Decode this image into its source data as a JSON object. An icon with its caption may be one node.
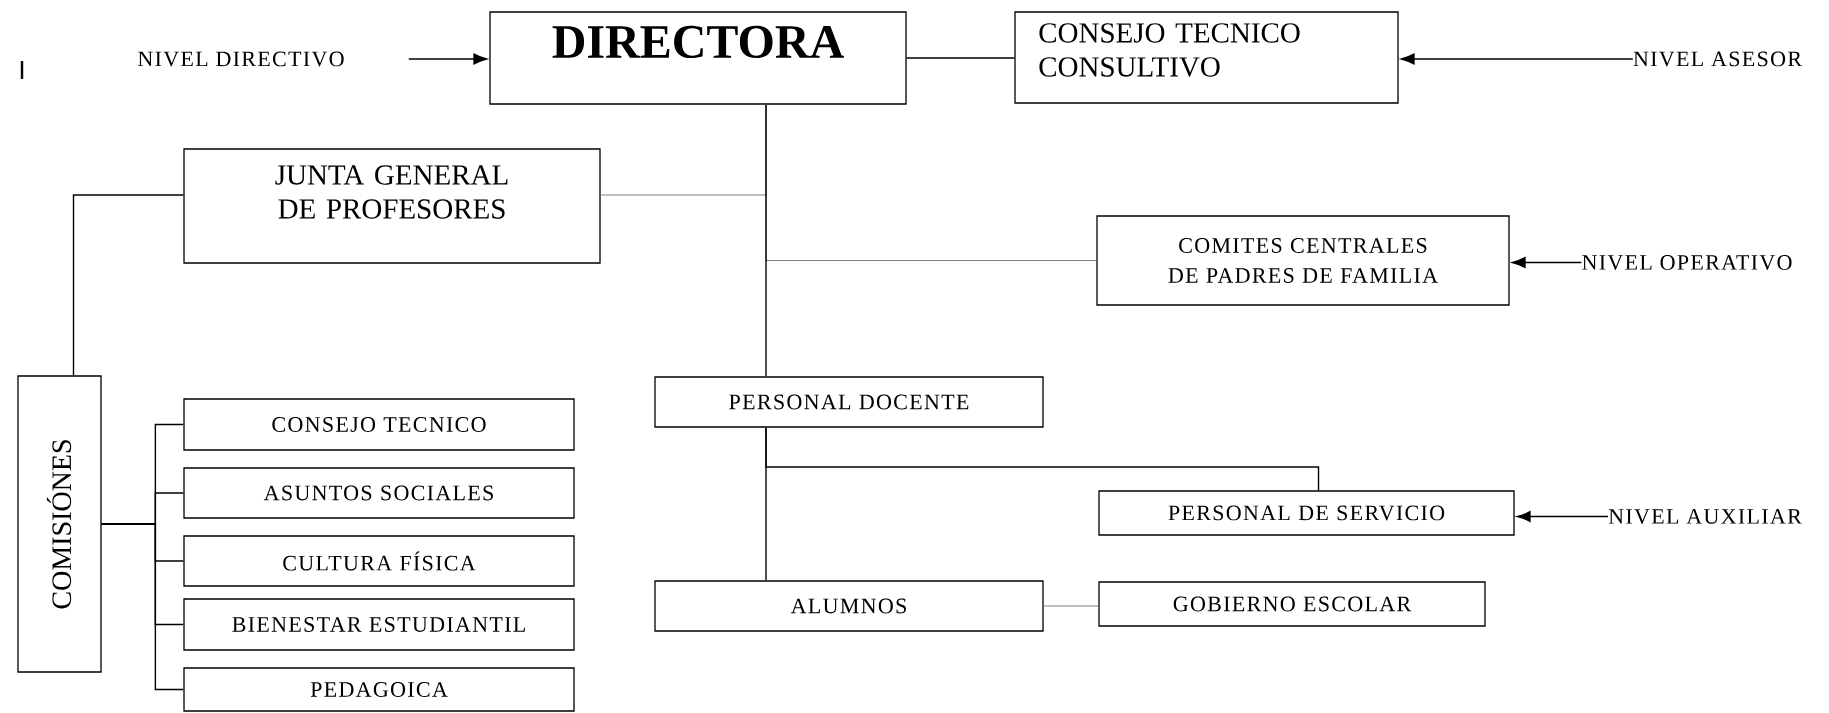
{
  "diagram": {
    "nodes": [
      {
        "text": [
          "NIVEL DIRECTIVO"
        ]
      },
      {
        "text": [
          "DIRECTORA"
        ]
      },
      {
        "text": [
          "CONSEJO TECNICO CONSULTIVO"
        ]
      },
      {
        "text": [
          "NIVEL ASESOR"
        ]
      },
      {
        "text": [
          "JUNTA GENERAL DE PROFESORES"
        ]
      },
      {
        "text": [
          "COMITES CENTRALES DE PADRES DE FAMILIA"
        ]
      },
      {
        "text": [
          "NIVEL OPERATIVO"
        ]
      },
      {
        "text": [
          "COMISIÓNES"
        ]
      },
      {
        "text": [
          "PERSONAL DOCENTE"
        ]
      },
      {
        "text": [
          "CONSEJO TECNICO"
        ]
      },
      {
        "text": [
          "ASUNTOS SOCIALES"
        ]
      },
      {
        "text": [
          "CULTURA FÍSICA"
        ]
      },
      {
        "text": [
          "BIENESTAR ESTUDIANTIL"
        ]
      },
      {
        "text": [
          "PERSONAL DE SERVICIO"
        ]
      },
      {
        "text": [
          "NIVEL AUXILIAR"
        ]
      },
      {
        "text": [
          "PEDAGOICA"
        ]
      },
      {
        "text": [
          "ALUMNOS"
        ]
      },
      {
        "text": [
          "GOBIERNO ESCOLAR"
        ]
      }
    ],
    "edges": [
      {
        "from": 0,
        "to": 1,
        "arrow": "to"
      },
      {
        "from": 1,
        "to": 2,
        "arrow": "none"
      },
      {
        "from": 3,
        "to": 2,
        "arrow": "to"
      },
      {
        "from": 1,
        "to": 4,
        "arrow": "none",
        "color": "#808080"
      },
      {
        "from": 1,
        "to": 5,
        "arrow": "none",
        "color": "#808080"
      },
      {
        "from": 1,
        "to": 8,
        "arrow": "none"
      },
      {
        "from": 4,
        "to": 7,
        "arrow": "none"
      },
      {
        "from": 7,
        "to": 9,
        "arrow": "none"
      },
      {
        "from": 7,
        "to": 10,
        "arrow": "none"
      },
      {
        "from": 7,
        "to": 11,
        "arrow": "none"
      },
      {
        "from": 7,
        "to": 12,
        "arrow": "none"
      },
      {
        "from": 7,
        "to": 15,
        "arrow": "none"
      },
      {
        "from": 8,
        "to": 13,
        "arrow": "none"
      },
      {
        "from": 8,
        "to": 16,
        "arrow": "none"
      },
      {
        "from": 16,
        "to": 17,
        "arrow": "none",
        "color": "#808080"
      },
      {
        "from": 6,
        "to": 5,
        "arrow": "to"
      },
      {
        "from": 14,
        "to": 13,
        "arrow": "to"
      }
    ],
    "labels": [
      "I"
    ]
  }
}
